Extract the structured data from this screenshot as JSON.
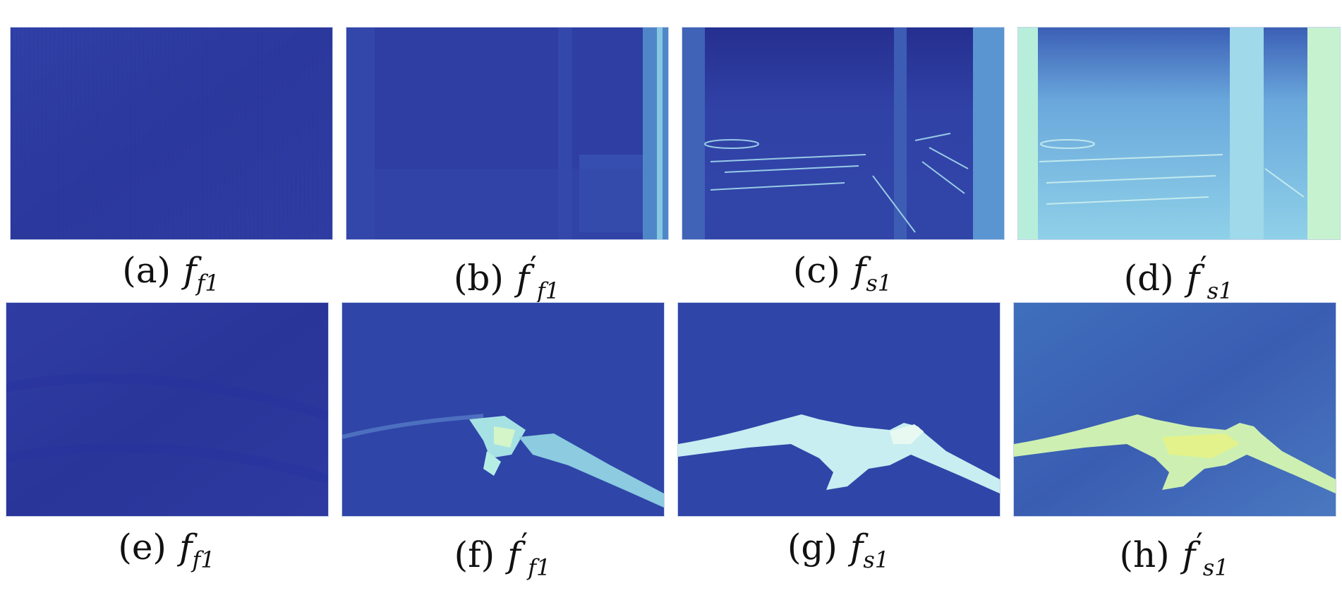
{
  "figure": {
    "panels": [
      {
        "id": "a",
        "label": "(a)",
        "symbol": "f",
        "prime": "",
        "subscript": "f1",
        "colors": {
          "base": "#2d3aa0",
          "highlight": "#3846a8"
        }
      },
      {
        "id": "b",
        "label": "(b)",
        "symbol": "f",
        "prime": "′",
        "subscript": "f1",
        "colors": {
          "base": "#2e3ea3",
          "highlight": "#4a7cc4"
        }
      },
      {
        "id": "c",
        "label": "(c)",
        "symbol": "f",
        "prime": "",
        "subscript": "s1",
        "colors": {
          "base": "#2f43a6",
          "highlight": "#a9e3f0"
        }
      },
      {
        "id": "d",
        "label": "(d)",
        "symbol": "f",
        "prime": "′",
        "subscript": "s1",
        "colors": {
          "base": "#5f9ed8",
          "highlight": "#c9f2de"
        }
      },
      {
        "id": "e",
        "label": "(e)",
        "symbol": "f",
        "prime": "",
        "subscript": "f1",
        "colors": {
          "base": "#2c389e",
          "highlight": "#3541a5"
        }
      },
      {
        "id": "f",
        "label": "(f)",
        "symbol": "f",
        "prime": "′",
        "subscript": "f1",
        "colors": {
          "base": "#2f45a8",
          "highlight": "#bfeee6"
        }
      },
      {
        "id": "g",
        "label": "(g)",
        "symbol": "f",
        "prime": "",
        "subscript": "s1",
        "colors": {
          "base": "#3045a8",
          "highlight": "#d6f3f2"
        }
      },
      {
        "id": "h",
        "label": "(h)",
        "symbol": "f",
        "prime": "′",
        "subscript": "s1",
        "colors": {
          "base": "#3c64b4",
          "highlight": "#d7f08a"
        }
      }
    ]
  }
}
